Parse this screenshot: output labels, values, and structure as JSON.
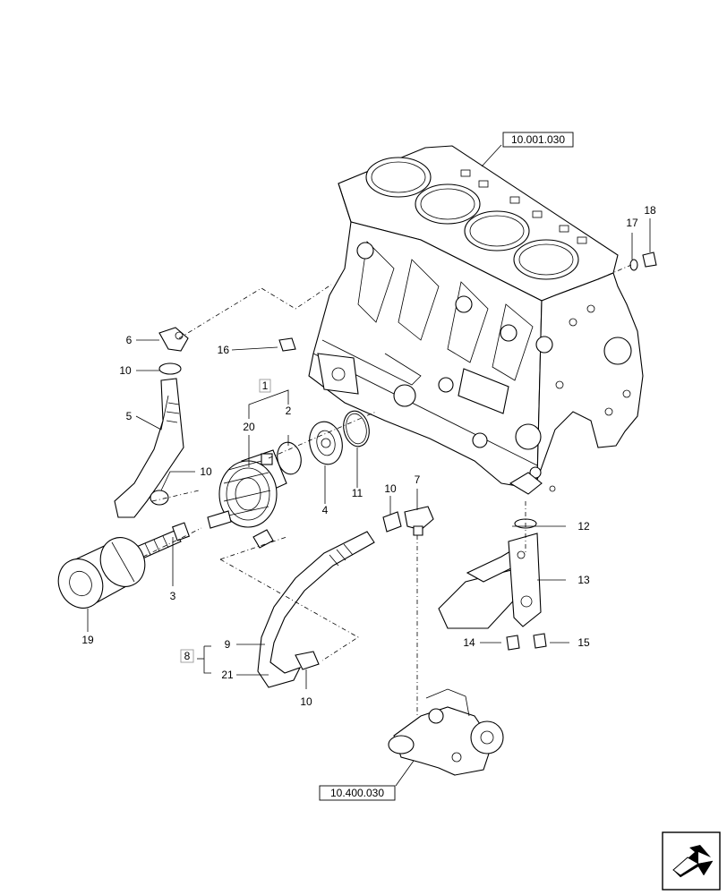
{
  "diagram": {
    "ref_boxes": {
      "block": "10.001.030",
      "pump": "10.400.030"
    },
    "group_boxes": {
      "cooler_group": "1",
      "hose_group": "8"
    },
    "callouts": {
      "c2": "2",
      "c3": "3",
      "c4": "4",
      "c5": "5",
      "c6": "6",
      "c7": "7",
      "c9": "9",
      "c10a": "10",
      "c10b": "10",
      "c10c": "10",
      "c10d": "10",
      "c11": "11",
      "c12": "12",
      "c13": "13",
      "c14": "14",
      "c15": "15",
      "c16": "16",
      "c17": "17",
      "c18": "18",
      "c19": "19",
      "c20": "20",
      "c21": "21"
    },
    "icons": {
      "nav": "next-page-arrow-icon"
    }
  }
}
